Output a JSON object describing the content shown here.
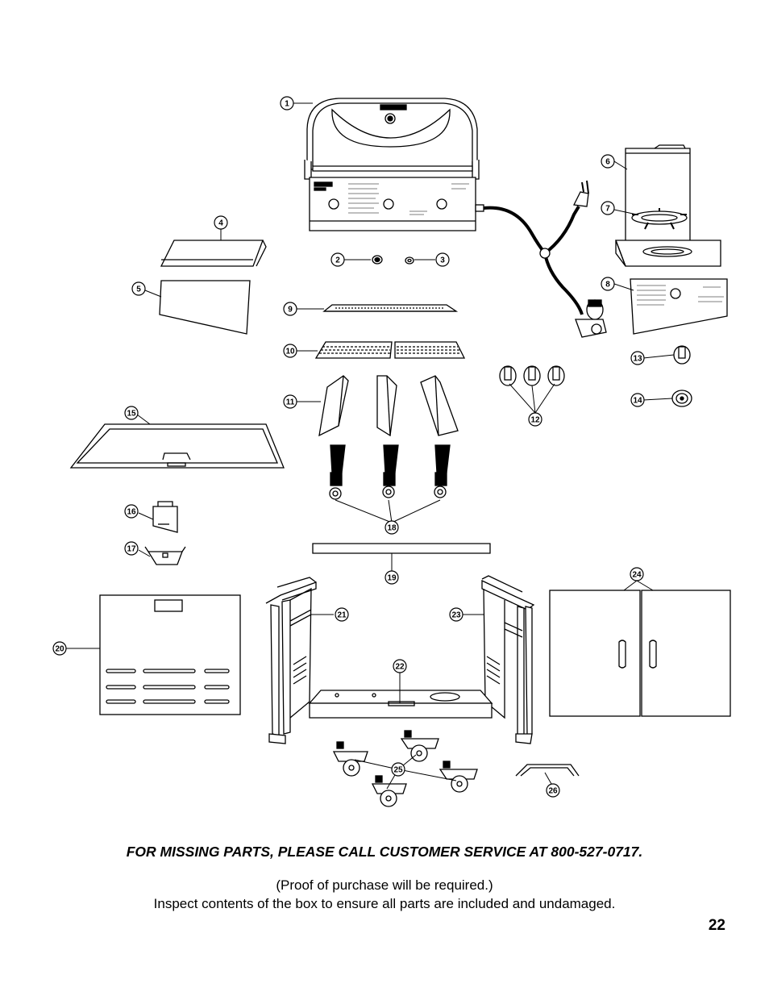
{
  "parts": [
    {
      "number": "1"
    },
    {
      "number": "2"
    },
    {
      "number": "3"
    },
    {
      "number": "4"
    },
    {
      "number": "5"
    },
    {
      "number": "6"
    },
    {
      "number": "7"
    },
    {
      "number": "8"
    },
    {
      "number": "9"
    },
    {
      "number": "10"
    },
    {
      "number": "11"
    },
    {
      "number": "12"
    },
    {
      "number": "13"
    },
    {
      "number": "14"
    },
    {
      "number": "15"
    },
    {
      "number": "16"
    },
    {
      "number": "17"
    },
    {
      "number": "18"
    },
    {
      "number": "19"
    },
    {
      "number": "20"
    },
    {
      "number": "21"
    },
    {
      "number": "22"
    },
    {
      "number": "23"
    },
    {
      "number": "24"
    },
    {
      "number": "25"
    },
    {
      "number": "26"
    }
  ],
  "notice": {
    "main": "FOR MISSING PARTS, PLEASE CALL CUSTOMER SERVICE AT 800-527-0717.",
    "line1": "(Proof of purchase will be required.)",
    "line2": "Inspect contents of the box to ensure all parts are included and undamaged."
  },
  "page_number": "22"
}
